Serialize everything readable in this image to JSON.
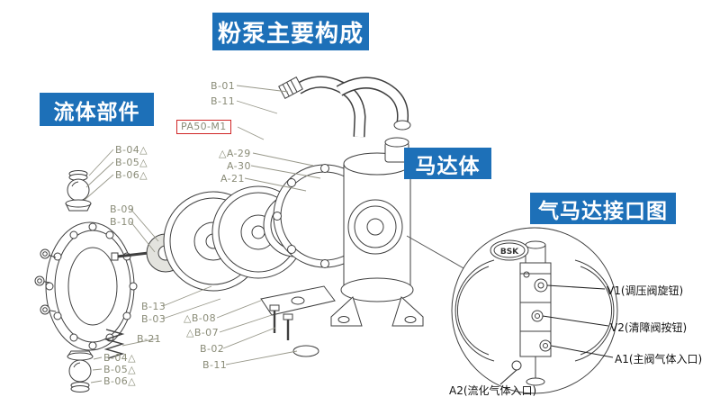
{
  "headers": {
    "title": "粉泵主要构成",
    "fluid_parts": "流体部件",
    "motor_body": "马达体",
    "air_interface": "气马达接口图"
  },
  "parts": [
    {
      "label": "B-01"
    },
    {
      "label": "B-11"
    },
    {
      "label": "PA50-M1"
    },
    {
      "label": "△A-29"
    },
    {
      "label": "A-30"
    },
    {
      "label": "A-21"
    },
    {
      "label": "B-04△"
    },
    {
      "label": "B-05△"
    },
    {
      "label": "B-06△"
    },
    {
      "label": "B-09"
    },
    {
      "label": "B-10"
    },
    {
      "label": "B-13"
    },
    {
      "label": "B-03"
    },
    {
      "label": "B-21"
    },
    {
      "label": "△B-08"
    },
    {
      "label": "△B-07"
    },
    {
      "label": "B-02"
    },
    {
      "label": "B-11"
    },
    {
      "label": "B-04△"
    },
    {
      "label": "B-05△"
    },
    {
      "label": "B-06△"
    }
  ],
  "callout": {
    "logo": "BSK",
    "annotations": [
      {
        "label": "V1(调压阀旋钮)"
      },
      {
        "label": "V2(清障阀按钮)"
      },
      {
        "label": "A1(主阀气体入口)"
      },
      {
        "label": "A2(流化气体入口)"
      }
    ]
  },
  "colors": {
    "header_bg": "#1d70b8",
    "header_text": "#ffffff",
    "part_label": "#8a8c78",
    "highlight_box": "#cf2526",
    "line_art": "#3f3f3f"
  }
}
